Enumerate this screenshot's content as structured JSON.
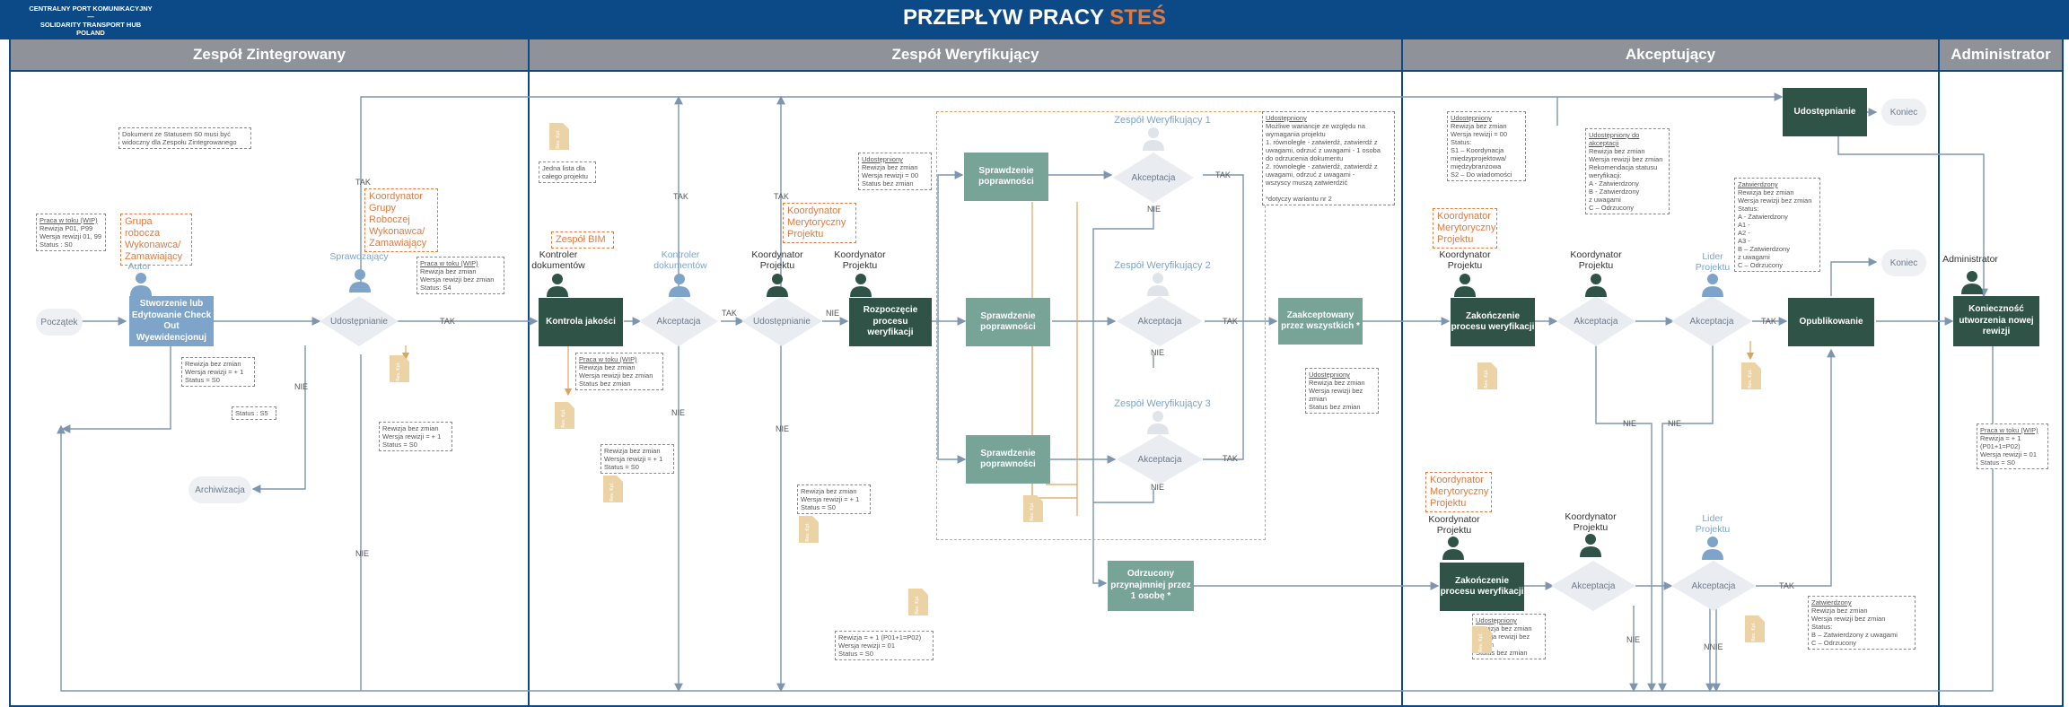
{
  "header": {
    "logo_line1": "CENTRALNY PORT KOMUNIKACYJNY",
    "logo_dash": "—",
    "logo_line2": "SOLIDARITY TRANSPORT HUB",
    "logo_line3": "POLAND",
    "title_main": "PRZEPŁYW PRACY ",
    "title_accent": "STEŚ"
  },
  "colors": {
    "header": "#0b4a86",
    "accent": "#e27a3f",
    "dark_box": "#2f5347",
    "mid_box": "#77a497",
    "blue_box": "#7ea4c9",
    "lane_header": "#8f9399"
  },
  "lanes": [
    "Zespół Zintegrowany",
    "Zespół Weryfikujący",
    "Akceptujący",
    "Administrator"
  ],
  "terminals": {
    "start": "Początek",
    "archive": "Archiwizacja",
    "end1": "Koniec",
    "end2": "Koniec"
  },
  "boxes": {
    "create": "Stworzenie lub Edytowanie Check Out Wyewidencjonuj",
    "quality": "Kontrola jakości",
    "start_verif": "Rozpoczęcie procesu weryfikacji",
    "check1": "Sprawdzenie poprawności",
    "check2": "Sprawdzenie poprawności",
    "check3": "Sprawdzenie poprawności",
    "accepted_all": "Zaakceptowany przez wszystkich *",
    "rejected_one": "Odrzucony przynajmniej przez 1 osobę *",
    "finish1": "Zakończenie procesu weryfikacji",
    "finish2": "Zakończenie procesu weryfikacji",
    "share_top": "Udostępnianie",
    "publish": "Opublikowanie",
    "new_rev": "Konieczność utworzenia nowej rewizji"
  },
  "decisions": {
    "share1": "Udostępnianie",
    "accept_kd": "Akceptacja",
    "share2": "Udostępnianie",
    "acc_z1": "Akceptacja",
    "acc_z2": "Akceptacja",
    "acc_z3": "Akceptacja",
    "acc_kp1": "Akceptacja",
    "acc_lp1": "Akceptacja",
    "acc_kp2": "Akceptacja",
    "acc_lp2": "Akceptacja"
  },
  "roles": {
    "autor": "Autor",
    "sprawdzajacy": "Sprawdzający",
    "kontroler_dok": "Kontroler\ndokumentów",
    "kontroler_dok_light": "Kontroler\ndokumentów",
    "koord_proj_a": "Koordynator\nProjektu",
    "koord_proj_b": "Koordynator\nProjektu",
    "koord_proj_c": "Koordynator\nProjektu",
    "koord_proj_d": "Koordynator\nProjektu",
    "koord_proj_e": "Koordynator\nProjektu",
    "koord_proj_f": "Koordynator\nProjektu",
    "lider1": "Lider\nProjektu",
    "lider2": "Lider\nProjektu",
    "admin": "Administrator",
    "zw1": "Zespół Weryfikujący 1",
    "zw2": "Zespół Weryfikujący 2",
    "zw3": "Zespół Weryfikujący 3"
  },
  "orange_notes": {
    "grupa": "Grupa robocza\nWykonawca/\nZamawiający",
    "koord_grupy": "Koordynator\nGrupy\nRoboczej\nWykonawca/\nZamawiający",
    "zespol_bim": "Zespół BIM",
    "koord_meryt1": "Koordynator\nMerytoryczny\nProjektu",
    "koord_meryt2": "Koordynator\nMerytoryczny\nProjektu",
    "koord_meryt3": "Koordynator\nMerytoryczny\nProjektu"
  },
  "notes": {
    "n_status": "Dokument ze Statusem S0 musi być\nwidoczny dla Zespołu Zintegrowanego",
    "n_wip1_title": "Praca w toku (WIP)",
    "n_wip1_body": "Rewizja P01, P99\nWersja rewizji 01, 99\nStatus : S0",
    "n_rev_inc": "Rewizja bez zmian\nWersja rewizji = + 1\nStatus = S0",
    "n_s5": "Status : S5",
    "n_wip2_title": "Praca w toku (WIP)",
    "n_wip2_body": "Rewizja bez zmian\nWersja rewizji bez zmian\nStatus: S4",
    "n_rev_inc2": "Rewizja bez zmian\nWersja rewizji = + 1\nStatus = S0",
    "n_list": "Jedna lista dla\ncałego projektu",
    "n_wip3_title": "Praca w toku (WIP)",
    "n_wip3_body": "Rewizja bez zmian\nWersja rewizji bez zmian\nStatus bez zmian",
    "n_rev_inc3": "Rewizja bez zmian\nWersja rewizji = + 1\nStatus = S0",
    "n_shared1_title": "Udostępniony",
    "n_shared1_body": "Rewizja bez zmian\nWersja rewizji = 00\nStatus bez zmian",
    "n_rev_inc4": "Rewizja bez zmian\nWersja rewizji = + 1\nStatus = S0",
    "n_p02": "Rewizja = + 1 (P01+1=P02)\nWersja rewizji = 01\nStatus = S0",
    "n_shared_info_title": "Udostępniony",
    "n_shared_info_body": "Możliwe wariancje ze względu na\nwymagania projektu\n1. równoległe - zatwierdź, zatwierdź z\nuwagami, odrzuć z uwagami - 1 osoba\ndo odrzucenia dokumentu\n2. równoległe - zatwierdź, zatwierdź z\nuwagami, odrzuć z uwagami -\nwszyscy muszą zatwierdzić\n\n*dotyczy wariantu nr 2",
    "n_shared2_title": "Udostępniony",
    "n_shared2_body": "Rewizja bez zmian\nWersja rewizji bez\nzmian\nStatus bez zmian",
    "n_shared3_title": "Udostępniony",
    "n_shared3_body": "Rewizja bez zmian\nWersja rewizji = 00\nStatus:\nS1 – Koordynacja\nmiędzyprojektowa/\nmiędzybranżowa\nS2 – Do wiadomości",
    "n_shared4_title": "Udostępniony do\nakceptacji",
    "n_shared4_body": "Rewizja bez zmian\nWersja rewizji bez zmian\nRekomendacja statusu\nweryfikacji:\nA - Zatwierdzony\nB - Zatwierdzony\nz uwagami\nC – Odrzucony",
    "n_approved_title": "Zatwierdzony",
    "n_approved_body": "Rewizja bez zmian\nWersja rewizji bez zmian\nStatus:\nA - Zatwierdzony\nA1 -\nA2 -\nA3 -\nB – Zatwierdzony\nz uwagami\nC – Odrzucony",
    "n_wip4_title": "Praca w toku (WIP)",
    "n_wip4_body": "Rewizja = + 1\n(P01+1=P02)\nWersja rewizji = 01\nStatus = S0",
    "n_shared5_title": "Udostępniony",
    "n_shared5_body": "Rewizja bez zmian\nWersja rewizji bez\nzmian\nStatus bez zmian",
    "n_approved2_title": "Zatwierdzony",
    "n_approved2_body": "Rewizja bez zmian\nWersja rewizji bez zmian\nStatus:\nB – Zatwierdzony z uwagami\nC – Odrzucony"
  },
  "flow_labels": {
    "tak": "TAK",
    "nie": "NIE",
    "nnie": "NNIE"
  },
  "doc_label": "Rev. Kpl."
}
